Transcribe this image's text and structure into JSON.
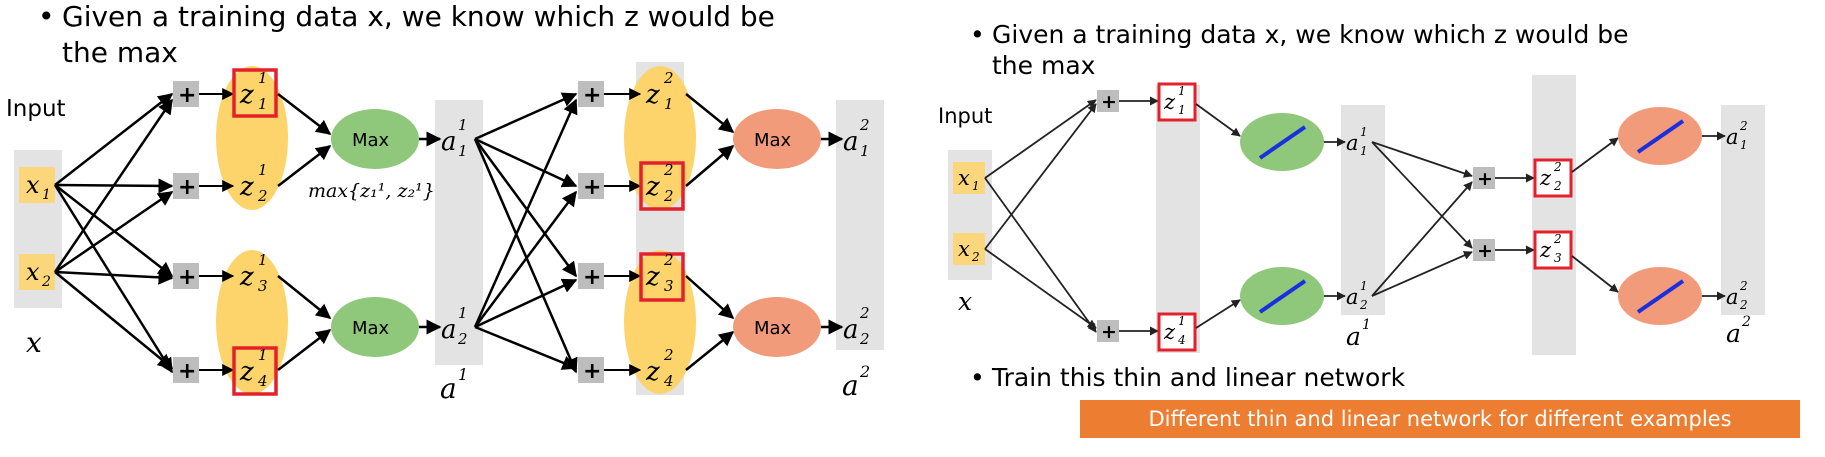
{
  "left": {
    "bullet": "•",
    "line1": "Given a training data x, we know which z would be",
    "line2": "the max",
    "input_label": "Input",
    "x_caption": "x",
    "inputs": [
      "x",
      "x"
    ],
    "input_subs": [
      "1",
      "2"
    ],
    "plus": "+",
    "z_labels": [
      {
        "base": "z",
        "sup": "1",
        "sub": "1"
      },
      {
        "base": "z",
        "sup": "1",
        "sub": "2"
      },
      {
        "base": "z",
        "sup": "1",
        "sub": "3"
      },
      {
        "base": "z",
        "sup": "1",
        "sub": "4"
      },
      {
        "base": "z",
        "sup": "2",
        "sub": "1"
      },
      {
        "base": "z",
        "sup": "2",
        "sub": "2"
      },
      {
        "base": "z",
        "sup": "2",
        "sub": "3"
      },
      {
        "base": "z",
        "sup": "2",
        "sub": "4"
      }
    ],
    "max_label": "Max",
    "max_formula": "max{z₁¹, z₂¹}",
    "a_labels": [
      {
        "base": "a",
        "sup": "1",
        "sub": "1"
      },
      {
        "base": "a",
        "sup": "1",
        "sub": "2"
      },
      {
        "base": "a",
        "sup": "2",
        "sub": "1"
      },
      {
        "base": "a",
        "sup": "2",
        "sub": "2"
      }
    ],
    "layer_captions": [
      {
        "base": "a",
        "sup": "1"
      },
      {
        "base": "a",
        "sup": "2"
      }
    ]
  },
  "right": {
    "bullet": "•",
    "line1": "Given a training data x, we know which z would be",
    "line2": "the max",
    "input_label": "Input",
    "x_caption": "x",
    "inputs": [
      "x",
      "x"
    ],
    "input_subs": [
      "1",
      "2"
    ],
    "plus": "+",
    "z_labels": [
      {
        "base": "z",
        "sup": "1",
        "sub": "1"
      },
      {
        "base": "z",
        "sup": "1",
        "sub": "4"
      },
      {
        "base": "z",
        "sup": "2",
        "sub": "2"
      },
      {
        "base": "z",
        "sup": "2",
        "sub": "3"
      }
    ],
    "a_labels": [
      {
        "base": "a",
        "sup": "1",
        "sub": "1"
      },
      {
        "base": "a",
        "sup": "1",
        "sub": "2"
      },
      {
        "base": "a",
        "sup": "2",
        "sub": "1"
      },
      {
        "base": "a",
        "sup": "2",
        "sub": "2"
      }
    ],
    "layer_captions": [
      {
        "base": "a",
        "sup": "1"
      },
      {
        "base": "a",
        "sup": "2"
      }
    ],
    "bullet2": "Train this thin and linear network",
    "banner": "Different thin and linear network for different examples"
  },
  "colors": {
    "gray_band": "#e3e3e3",
    "input_box": "#fbd67a",
    "z_ellipse": "#fcd46b",
    "max_green": "#8fc87a",
    "max_orange": "#f29b7b",
    "plus_box": "#bdbdbd",
    "highlight": "#e4212b",
    "banner": "#ed7d31",
    "line_blue": "#1a2fe0"
  }
}
